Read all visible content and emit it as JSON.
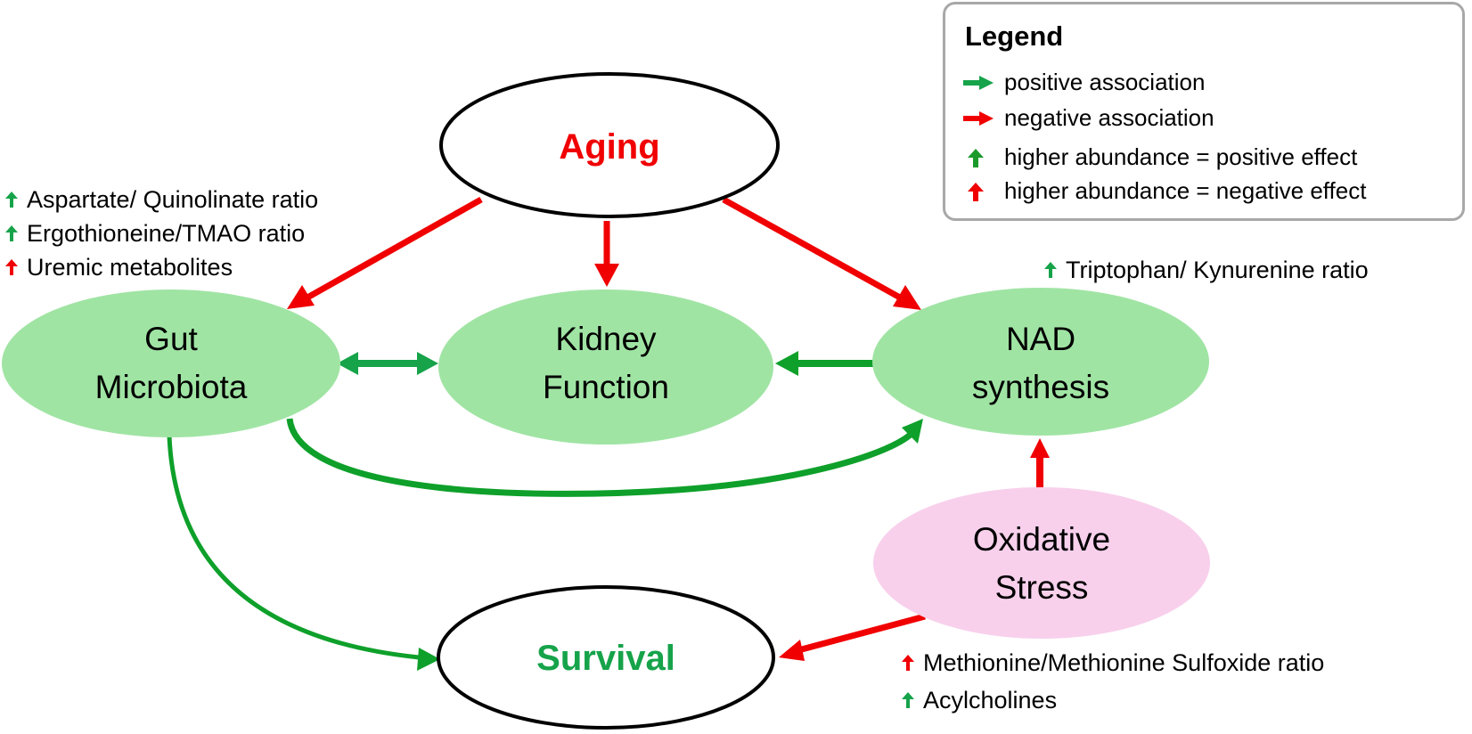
{
  "colors": {
    "positive": "#16a34a",
    "negative": "#f00000",
    "node_green": "#a0e4a4",
    "node_pink": "#f8d0ec",
    "node_outline": "#000000",
    "edge_green": "#0ea02a",
    "edge_red": "#f00000"
  },
  "nodes": {
    "aging": {
      "label": "Aging",
      "style": "outlined",
      "text_color": "red"
    },
    "gut": {
      "line1": "Gut",
      "line2": "Microbiota",
      "style": "green"
    },
    "kidney": {
      "line1": "Kidney",
      "line2": "Function",
      "style": "green"
    },
    "nad": {
      "line1": "NAD",
      "line2": "synthesis",
      "style": "green"
    },
    "oxidative": {
      "line1": "Oxidative",
      "line2": "Stress",
      "style": "pink"
    },
    "survival": {
      "label": "Survival",
      "style": "outlined",
      "text_color": "green"
    }
  },
  "edges": [
    {
      "from": "Aging",
      "to": "Gut Microbiota",
      "type": "negative"
    },
    {
      "from": "Aging",
      "to": "Kidney Function",
      "type": "negative"
    },
    {
      "from": "Aging",
      "to": "NAD synthesis",
      "type": "negative"
    },
    {
      "from": "Gut Microbiota",
      "to": "Kidney Function",
      "type": "positive",
      "bidirectional": true
    },
    {
      "from": "NAD synthesis",
      "to": "Kidney Function",
      "type": "positive"
    },
    {
      "from": "Gut Microbiota",
      "to": "NAD synthesis",
      "type": "positive"
    },
    {
      "from": "Gut Microbiota",
      "to": "Survival",
      "type": "positive"
    },
    {
      "from": "Oxidative Stress",
      "to": "NAD synthesis",
      "type": "negative"
    },
    {
      "from": "Oxidative Stress",
      "to": "Survival",
      "type": "negative"
    }
  ],
  "annotations": {
    "gut": [
      {
        "arrow": "up-green",
        "text": "Aspartate/ Quinolinate ratio"
      },
      {
        "arrow": "up-green",
        "text": "Ergothioneine/TMAO ratio"
      },
      {
        "arrow": "up-red",
        "text": "Uremic metabolites"
      }
    ],
    "nad": [
      {
        "arrow": "up-green",
        "text": "Triptophan/ Kynurenine ratio"
      }
    ],
    "oxidative": [
      {
        "arrow": "up-red",
        "text": "Methionine/Methionine Sulfoxide ratio"
      },
      {
        "arrow": "up-green",
        "text": "Acylcholines"
      }
    ]
  },
  "legend": {
    "title": "Legend",
    "items": [
      {
        "symbol": "right-arrow-green",
        "text": "positive association"
      },
      {
        "symbol": "right-arrow-red",
        "text": "negative association"
      },
      {
        "symbol": "up-arrow-green",
        "text": "higher abundance = positive effect"
      },
      {
        "symbol": "up-arrow-red",
        "text": "higher abundance = negative effect"
      }
    ]
  }
}
